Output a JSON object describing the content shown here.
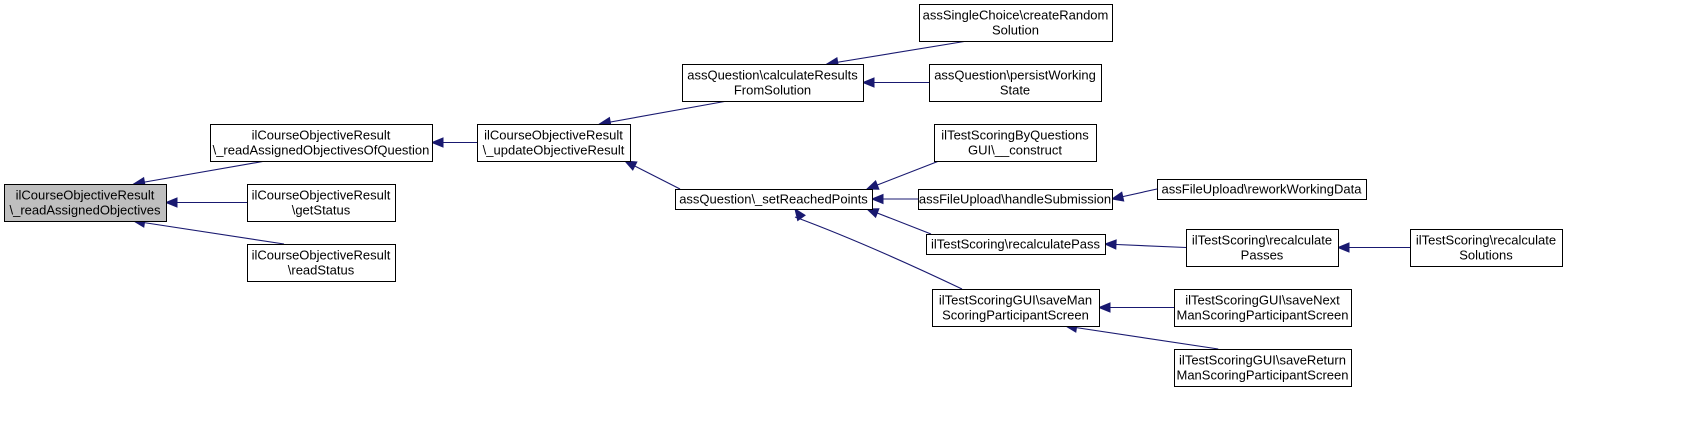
{
  "colors": {
    "edge": "#191970",
    "node_border": "#000000",
    "focus_fill": "#bfbfbf",
    "node_fill": "#ffffff"
  },
  "nodes": [
    {
      "id": "n0",
      "lines": [
        "ilCourseObjectiveResult",
        "\\_readAssignedObjectives"
      ]
    },
    {
      "id": "n1",
      "lines": [
        "ilCourseObjectiveResult",
        "\\_readAssignedObjectivesOfQuestion"
      ]
    },
    {
      "id": "n2",
      "lines": [
        "ilCourseObjectiveResult",
        "\\getStatus"
      ]
    },
    {
      "id": "n3",
      "lines": [
        "ilCourseObjectiveResult",
        "\\readStatus"
      ]
    },
    {
      "id": "n4",
      "lines": [
        "ilCourseObjectiveResult",
        "\\_updateObjectiveResult"
      ]
    },
    {
      "id": "n5",
      "lines": [
        "assQuestion\\calculateResults",
        "FromSolution"
      ]
    },
    {
      "id": "n6",
      "lines": [
        "assQuestion\\_setReachedPoints"
      ]
    },
    {
      "id": "n7",
      "lines": [
        "assSingleChoice\\createRandom",
        "Solution"
      ]
    },
    {
      "id": "n8",
      "lines": [
        "assQuestion\\persistWorking",
        "State"
      ]
    },
    {
      "id": "n9",
      "lines": [
        "ilTestScoringByQuestions",
        "GUI\\__construct"
      ]
    },
    {
      "id": "n10",
      "lines": [
        "assFileUpload\\handleSubmission"
      ]
    },
    {
      "id": "n11",
      "lines": [
        "ilTestScoring\\recalculatePass"
      ]
    },
    {
      "id": "n12",
      "lines": [
        "ilTestScoringGUI\\saveMan",
        "ScoringParticipantScreen"
      ]
    },
    {
      "id": "n13",
      "lines": [
        "assFileUpload\\reworkWorkingData"
      ]
    },
    {
      "id": "n14",
      "lines": [
        "ilTestScoring\\recalculate",
        "Passes"
      ]
    },
    {
      "id": "n15",
      "lines": [
        "ilTestScoringGUI\\saveNext",
        "ManScoringParticipantScreen"
      ]
    },
    {
      "id": "n16",
      "lines": [
        "ilTestScoringGUI\\saveReturn",
        "ManScoringParticipantScreen"
      ]
    },
    {
      "id": "n17",
      "lines": [
        "ilTestScoring\\recalculate",
        "Solutions"
      ]
    }
  ],
  "edges": [
    {
      "from": "n1",
      "to": "n0"
    },
    {
      "from": "n2",
      "to": "n0"
    },
    {
      "from": "n3",
      "to": "n0"
    },
    {
      "from": "n4",
      "to": "n1"
    },
    {
      "from": "n5",
      "to": "n4"
    },
    {
      "from": "n6",
      "to": "n4"
    },
    {
      "from": "n7",
      "to": "n5"
    },
    {
      "from": "n8",
      "to": "n5"
    },
    {
      "from": "n9",
      "to": "n6"
    },
    {
      "from": "n10",
      "to": "n6"
    },
    {
      "from": "n11",
      "to": "n6"
    },
    {
      "from": "n12",
      "to": "n6"
    },
    {
      "from": "n13",
      "to": "n10"
    },
    {
      "from": "n14",
      "to": "n11"
    },
    {
      "from": "n15",
      "to": "n12"
    },
    {
      "from": "n16",
      "to": "n12"
    },
    {
      "from": "n17",
      "to": "n14"
    }
  ]
}
